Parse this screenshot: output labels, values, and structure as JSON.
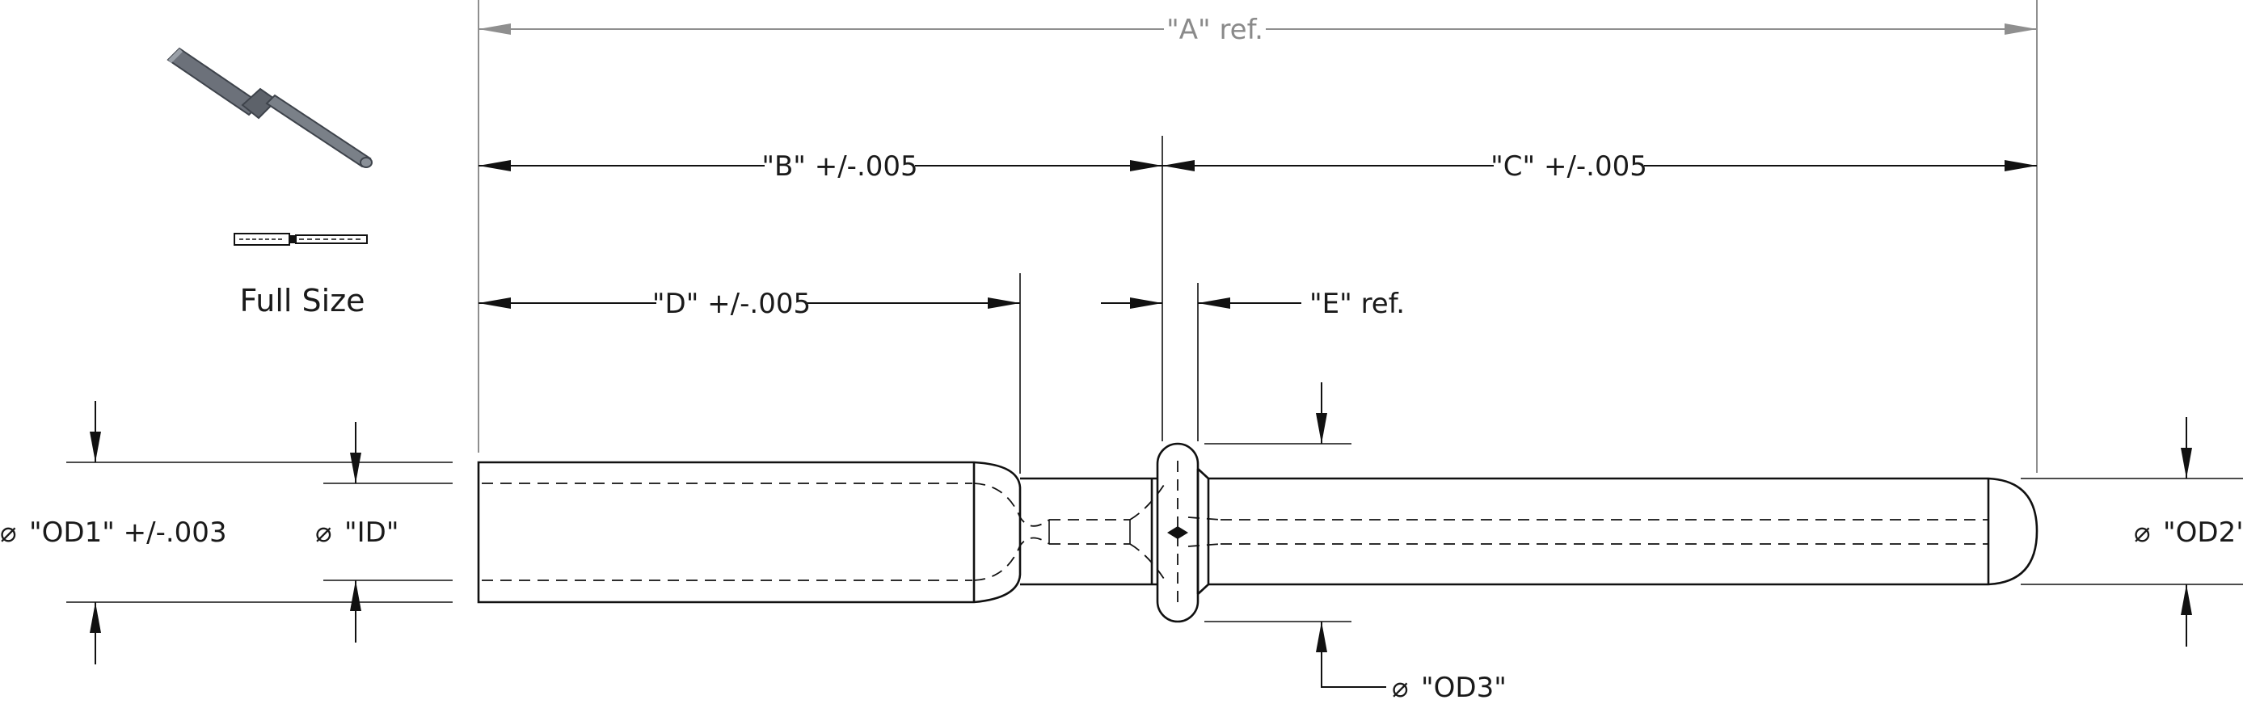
{
  "drawing": {
    "dimensions": {
      "a_ref": "\"A\" ref.",
      "b": "\"B\" +/-.005",
      "c": "\"C\" +/-.005",
      "d": "\"D\" +/-.005",
      "e_ref": "\"E\" ref.",
      "od1": "\"OD1\" +/-.003",
      "id": "\"ID\"",
      "od2": "\"OD2\"",
      "od3": "\"OD3\""
    },
    "diameter_symbol": "⌀",
    "caption": "Full Size",
    "colors": {
      "line": "#111111",
      "reference_line": "#8f8f8f",
      "iso_body": "#6c717a"
    }
  }
}
